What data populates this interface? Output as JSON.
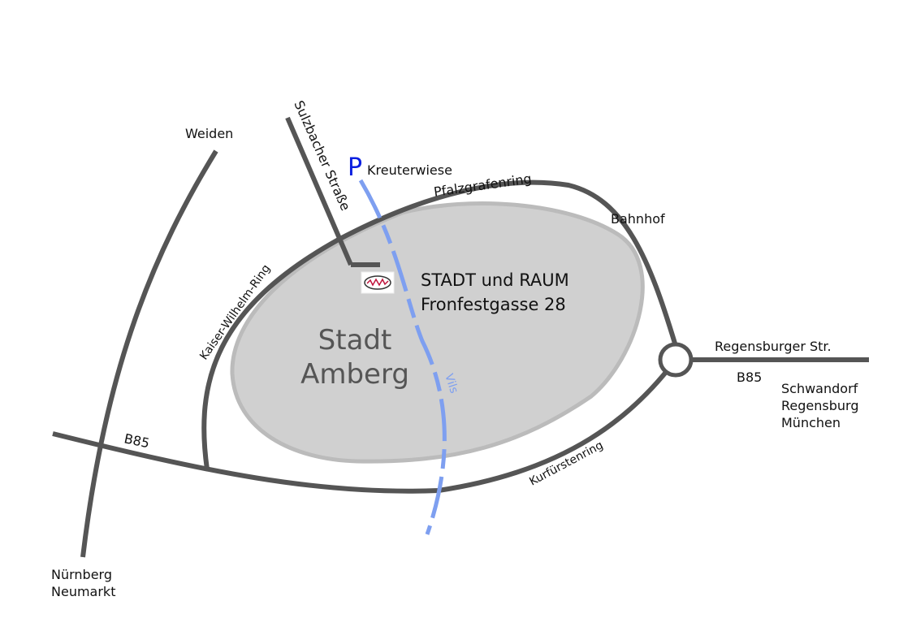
{
  "colors": {
    "road": "#555555",
    "city_fill": "#d0d0d0",
    "city_outline": "#bbbbbb",
    "river": "#7e9ff0",
    "parking": "#0a1fe0",
    "river_label": "#7e9ff0",
    "city_label": "#555555"
  },
  "labels": {
    "weiden": "Weiden",
    "sulzbacher": "Sulzbacher Straße",
    "kreuterwiese": "Kreuterwiese",
    "pfalzgrafenring": "Pfalzgrafenring",
    "bahnhof": "Bahnhof",
    "kaiser_wilhelm_ring": "Kaiser-Wilhelm-Ring",
    "regensburger_str": "Regensburger Str.",
    "b85_east": "B85",
    "b85_west": "B85",
    "kurfuerstenring": "Kurfürstenring",
    "vils": "Vils",
    "nuernberg": "Nürnberg",
    "neumarkt": "Neumarkt",
    "schwandorf": "Schwandorf",
    "regensburg": "Regensburg",
    "muenchen": "München"
  },
  "parking": {
    "symbol": "P",
    "icon": "parking-icon"
  },
  "city": {
    "line1": "Stadt",
    "line2": "Amberg"
  },
  "venue": {
    "name": "STADT und RAUM",
    "address": "Fronfestgasse 28",
    "icon": "venue-logo-icon"
  }
}
